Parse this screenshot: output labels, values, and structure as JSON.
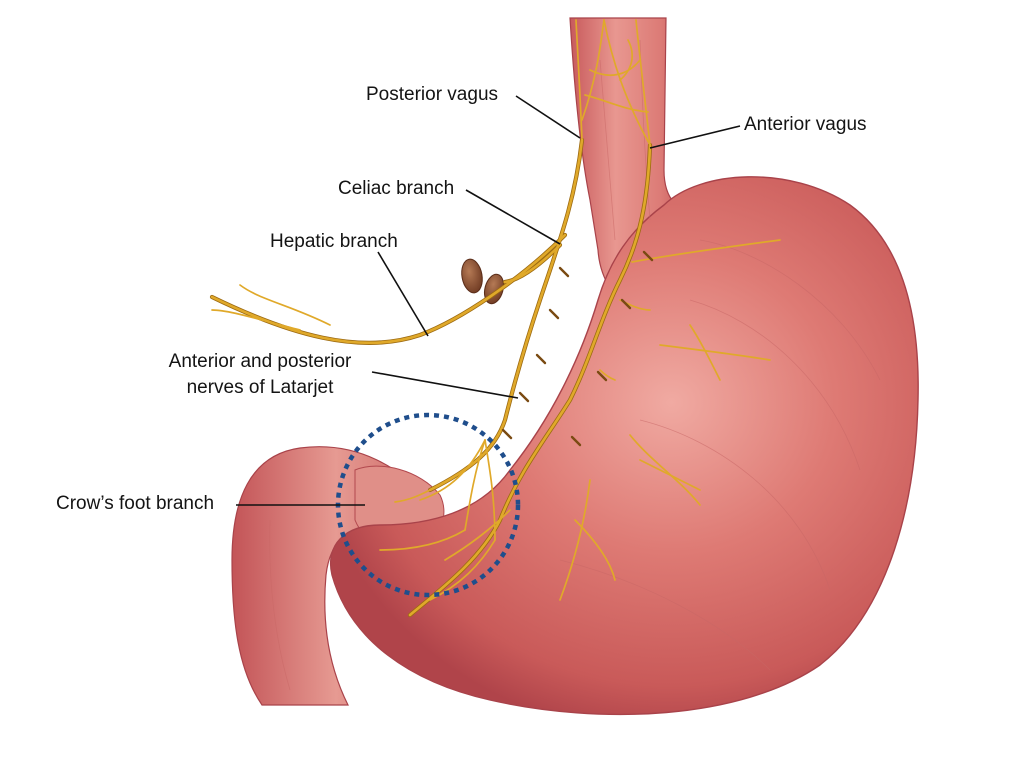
{
  "labels": {
    "posterior_vagus": "Posterior vagus",
    "anterior_vagus": "Anterior vagus",
    "celiac_branch": "Celiac branch",
    "hepatic_branch": "Hepatic branch",
    "latarjet_line1": "Anterior and posterior",
    "latarjet_line2": "nerves of Latarjet",
    "crows_foot": "Crow’s foot branch"
  },
  "colors": {
    "stomach_base": "#d9716d",
    "stomach_shadow": "#b8484a",
    "stomach_highlight": "#f2b3ac",
    "nerve": "#e0a92a",
    "nerve_outline": "#9c6a12",
    "leader_line": "#111111",
    "highlight_circle": "#1f4e8c",
    "kidney": "#8a4a2a"
  }
}
